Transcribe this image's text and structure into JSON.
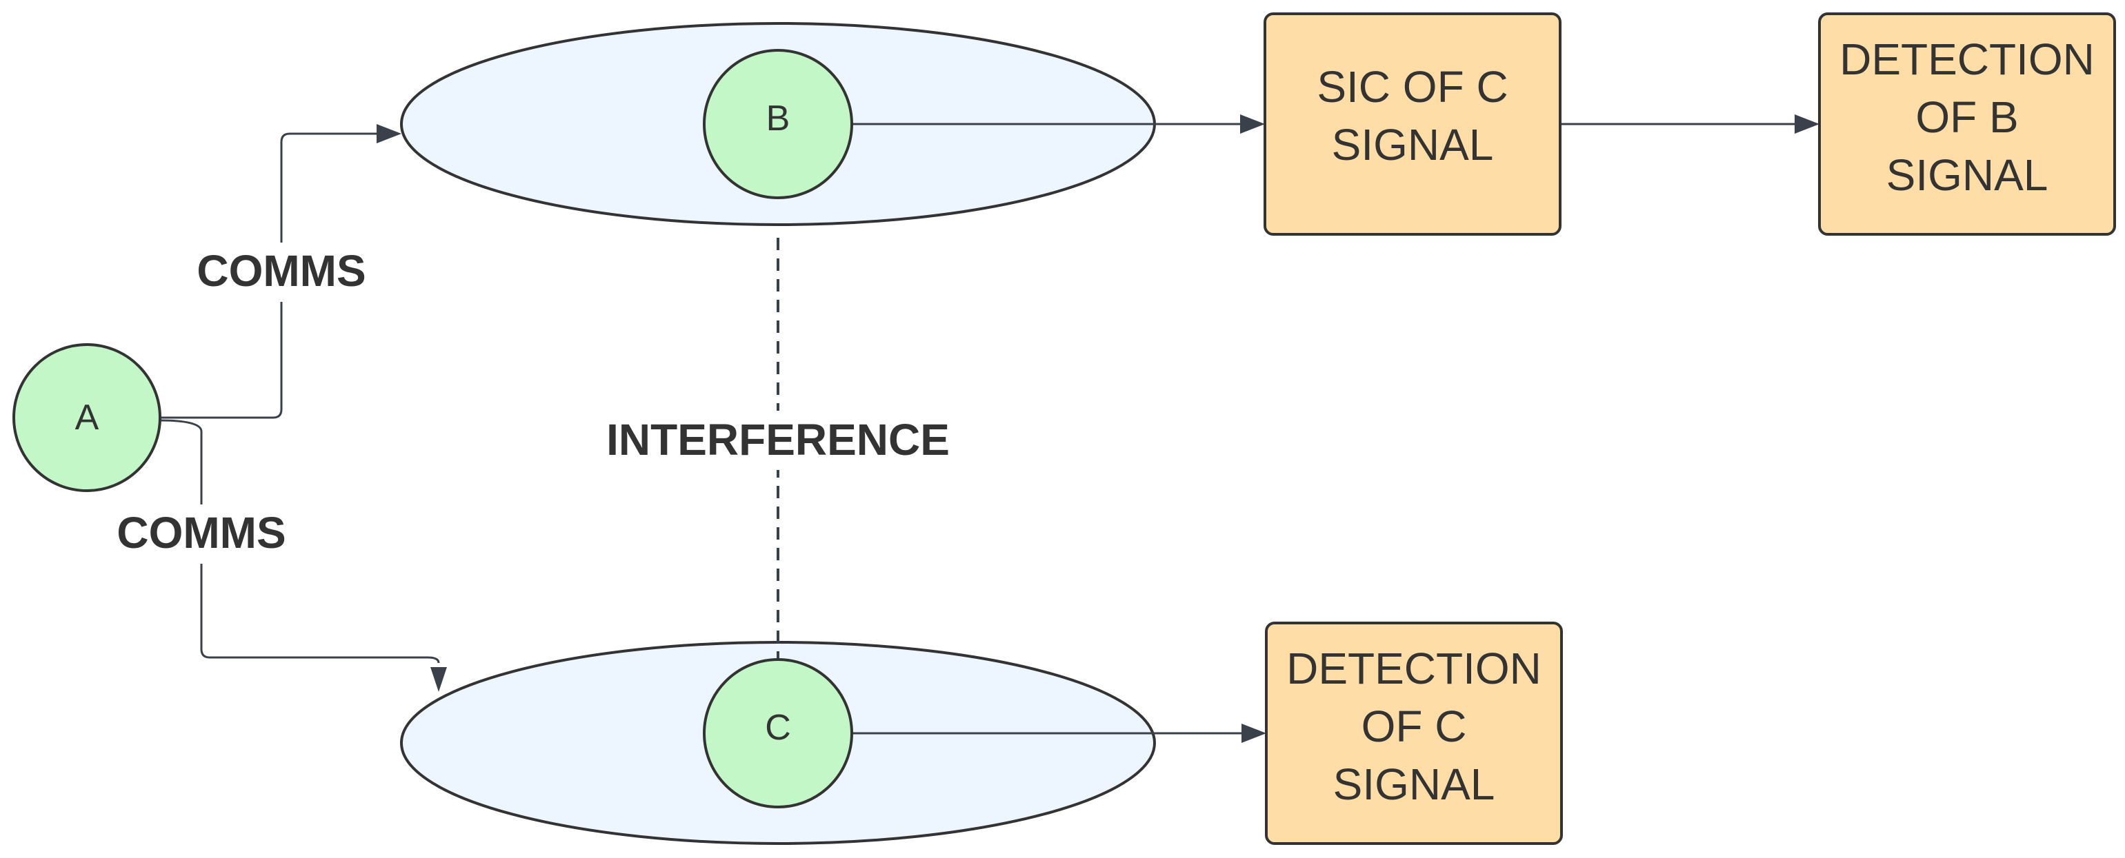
{
  "colors": {
    "ellipse_fill": "#edf5ff",
    "node_fill": "#c3f7c8",
    "box_fill": "#ffdda6",
    "stroke": "#333333",
    "edge": "#3a414a",
    "text": "#333333"
  },
  "nodes": {
    "a": {
      "label": "A"
    },
    "b": {
      "label": "B"
    },
    "c": {
      "label": "C"
    }
  },
  "boxes": {
    "sic_c": {
      "lines": [
        "SIC OF C",
        "SIGNAL"
      ]
    },
    "detect_b": {
      "lines": [
        "DETECTION",
        "OF B",
        "SIGNAL"
      ]
    },
    "detect_c": {
      "lines": [
        "DETECTION",
        "OF C",
        "SIGNAL"
      ]
    }
  },
  "edge_labels": {
    "comms_top": "COMMS",
    "comms_bottom": "COMMS",
    "interference": "INTERFERENCE"
  }
}
